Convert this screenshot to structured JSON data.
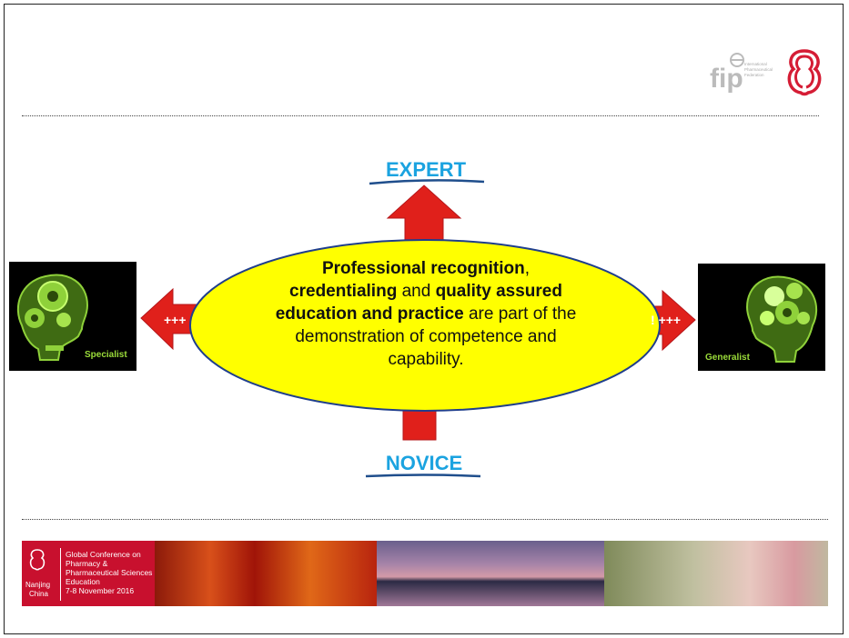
{
  "logo": {
    "fip_text": "fip",
    "fip_subtitle": "International Pharmaceutical Federation"
  },
  "arrows": {
    "top_label": "EXPERT",
    "bottom_label": "NOVICE",
    "left_plus": "+++",
    "right_plus": "+++"
  },
  "ellipse": {
    "bold1": "Professional recognition",
    "sep1": ",",
    "bold2": "credentialing",
    "and": " and ",
    "bold3": "quality assured education and practice",
    "rest": " are part of the demonstration of competence and capability."
  },
  "left_panel": {
    "label": "Specialist"
  },
  "right_panel": {
    "label": "Generalist"
  },
  "banner": {
    "city": "Nanjing",
    "country": "China",
    "line1": "Global Conference on",
    "line2": "Pharmacy &",
    "line3": "Pharmaceutical Sciences",
    "line4": "Education",
    "line5": "7-8 November 2016"
  },
  "colors": {
    "heading": "#1ba3e0",
    "arrow": "#e0201b",
    "ellipse": "#ffff00",
    "gear": "#8fd13a"
  }
}
